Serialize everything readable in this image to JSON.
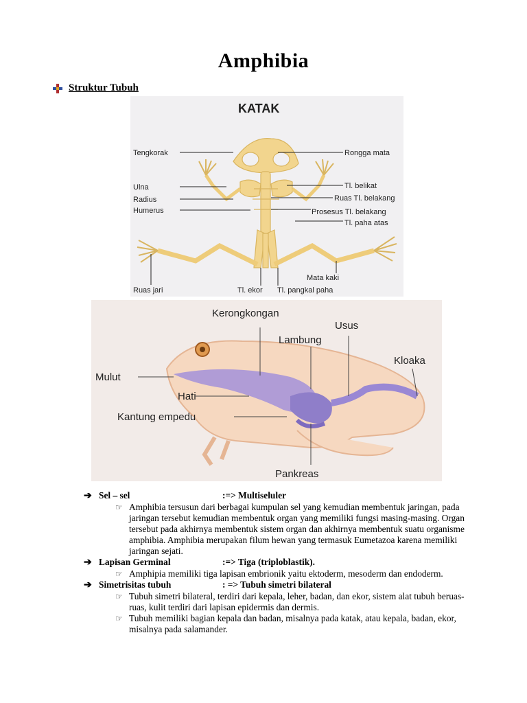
{
  "title": "Amphibia",
  "section": {
    "label": "Struktur Tubuh"
  },
  "figure1": {
    "heading": "KATAK",
    "labels": {
      "tengkorak": "Tengkorak",
      "ulna": "Ulna",
      "radius": "Radius",
      "humerus": "Humerus",
      "ruas_jari": "Ruas jari",
      "rongga_mata": "Rongga mata",
      "tl_belikat": "Tl. belikat",
      "ruas_tl_belakang": "Ruas Tl. belakang",
      "prosesus": "Prosesus Tl. belakang",
      "tl_paha_atas": "Tl. paha atas",
      "mata_kaki": "Mata kaki",
      "tl_ekor": "Tl. ekor",
      "tl_pangkal_paha": "Tl. pangkal paha"
    }
  },
  "figure2": {
    "labels": {
      "kerongkongan": "Kerongkongan",
      "usus": "Usus",
      "lambung": "Lambung",
      "kloaka": "Kloaka",
      "mulut": "Mulut",
      "hati": "Hati",
      "kantung_empedu": "Kantung empedu",
      "pankreas": "Pankreas"
    }
  },
  "items": [
    {
      "term": "Sel – sel",
      "value": ":=> Multiseluler",
      "bullets": [
        "Amphibia  tersusun dari berbagai kumpulan sel yang kemudian membentuk jaringan, pada jaringan tersebut kemudian membentuk organ yang memiliki fungsi masing-masing. Organ tersebut pada akhirnya membentuk sistem organ dan akhirnya membentuk suatu organisme amphibia.  Amphibia merupakan filum hewan  yang termasuk Eumetazoa karena memiliki jaringan sejati."
      ]
    },
    {
      "term": "Lapisan Germinal",
      "value": ":=> Tiga (triploblastik).",
      "bullets": [
        "Amphipia memiliki tiga lapisan embrionik yaitu ektoderm, mesoderm dan endoderm."
      ]
    },
    {
      "term": "Simetrisitas tubuh",
      "value": ": => Tubuh simetri bilateral",
      "bullets": [
        "Tubuh simetri bilateral, terdiri dari kepala, leher, badan, dan ekor, sistem alat tubuh beruas-ruas, kulit terdiri dari lapisan epidermis dan dermis.",
        "Tubuh memiliki bagian kepala dan badan, misalnya pada katak, atau kepala, badan, ekor, misalnya pada salamander."
      ]
    }
  ]
}
